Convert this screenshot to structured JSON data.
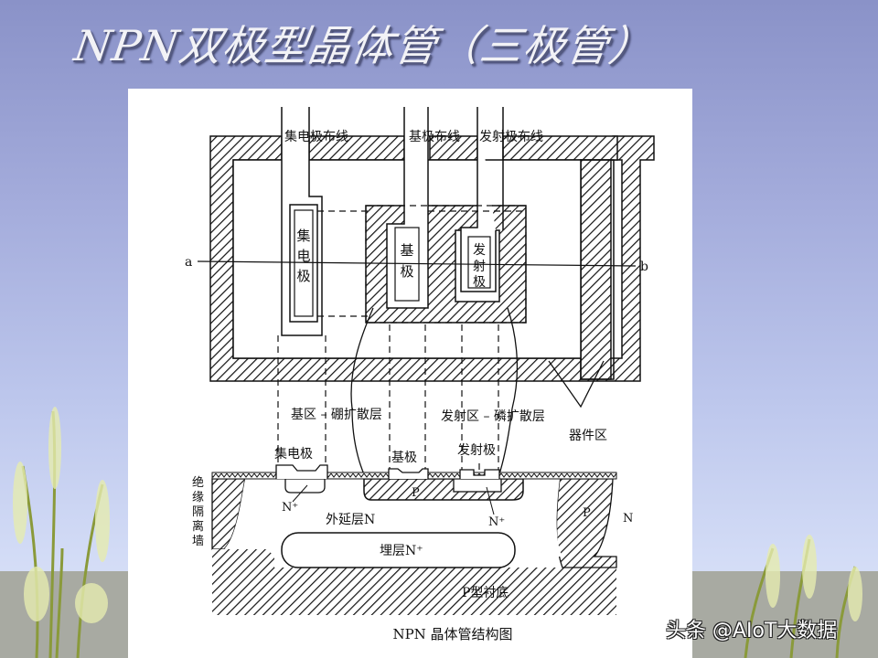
{
  "slide": {
    "title": "NPN双极型晶体管（三极管）",
    "background_color_top": "#8a92c8",
    "background_color_bottom": "#dfe6f8"
  },
  "diagram": {
    "caption": "NPN 晶体管结构图",
    "top_view": {
      "wiring_labels": {
        "collector_wiring": "集电极布线",
        "base_wiring": "基极布线",
        "emitter_wiring": "发射极布线"
      },
      "electrodes": {
        "collector": [
          "集",
          "电",
          "极"
        ],
        "base": [
          "基",
          "极"
        ],
        "emitter": [
          "发",
          "射",
          "极"
        ]
      },
      "section_line": {
        "start": "a",
        "end": "b"
      }
    },
    "annotations": {
      "base_diffusion": "基区 – 硼扩散层",
      "emitter_diffusion": "发射区 – 磷扩散层",
      "device_region": "器件区"
    },
    "cross_section": {
      "contact_labels": {
        "collector": "集电极",
        "base": "基极",
        "emitter": "发射极"
      },
      "isolation_wall": [
        "绝",
        "缘",
        "隔",
        "离",
        "墙"
      ],
      "collector_n_plus": "N⁺",
      "base_p": "P",
      "emitter_n_plus": "N⁺",
      "epitaxial_layer": "外延层N",
      "buried_layer": "埋层N⁺",
      "substrate": "P型衬底",
      "isolation_p": "P",
      "neighbor_n": "N"
    }
  },
  "watermark": {
    "text": "头条 @AIoT大数据"
  }
}
